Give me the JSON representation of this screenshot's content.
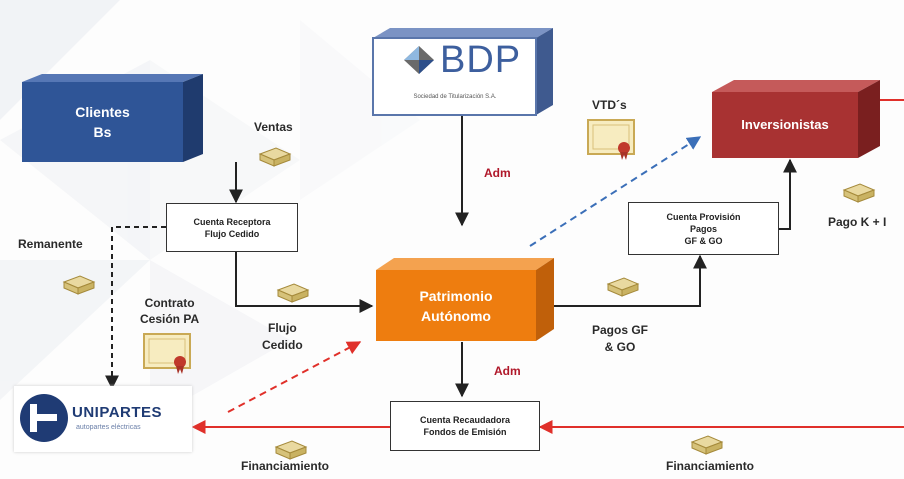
{
  "nodes": {
    "clientes": {
      "line1": "Clientes",
      "line2": "Bs"
    },
    "bdp": {
      "logo": "BDP",
      "subtitle": "Sociedad de Titularización S.A."
    },
    "inversionistas": {
      "label": "Inversionistas"
    },
    "patrimonio": {
      "line1": "Patrimonio",
      "line2": "Autónomo"
    },
    "uniprtes": {
      "name": "UNIPARTES",
      "tagline": "autopartes eléctricas"
    },
    "cuenta_receptora": {
      "line1": "Cuenta Receptora",
      "line2": "Flujo Cedido"
    },
    "cuenta_provision": {
      "line1": "Cuenta Provisión",
      "line2": "Pagos",
      "line3": "GF & GO"
    },
    "cuenta_recaudadora": {
      "line1": "Cuenta Recaudadora",
      "line2": "Fondos de Emisión"
    }
  },
  "labels": {
    "ventas": "Ventas",
    "remanente": "Remanente",
    "contrato_1": "Contrato",
    "contrato_2": "Cesión PA",
    "flujo_1": "Flujo",
    "flujo_2": "Cedido",
    "adm_top": "Adm",
    "adm_bottom": "Adm",
    "vtds": "VTD´s",
    "pago": "Pago K + I",
    "pagos_1": "Pagos GF",
    "pagos_2": "& GO",
    "financiamiento_left": "Financiamiento",
    "financiamiento_right": "Financiamiento"
  },
  "colors": {
    "clientes": "#2f5597",
    "inversionistas": "#a83232",
    "patrimonio": "#ee7d0f",
    "bdp": "#4a6aa5",
    "arrow_red": "#e0302a",
    "dashed_blue": "#3b6fb8",
    "dashed_red": "#e0302a"
  },
  "icons": [
    "money-stack-icon",
    "certificate-icon"
  ]
}
